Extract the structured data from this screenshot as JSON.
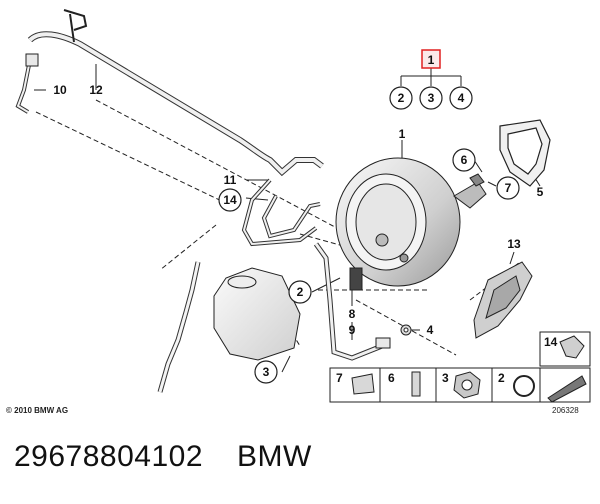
{
  "callouts": {
    "c1_top": "1",
    "c2_top": "2",
    "c3_top": "3",
    "c4_top": "4",
    "c1_booster": "1",
    "c5": "5",
    "c6": "6",
    "c7": "7",
    "c10": "10",
    "c12": "12",
    "c11": "11",
    "c14": "14",
    "c2_mid": "2",
    "c8": "8",
    "c9": "9",
    "c4_mid": "4",
    "c3_res": "3",
    "c13": "13",
    "c14_box": "14"
  },
  "parts_table": {
    "cells": [
      "7",
      "6",
      "3",
      "2"
    ]
  },
  "copyright": "© 2010 BMW AG",
  "diagram_number": "206328",
  "footer": {
    "part_number": "29678804102",
    "brand": "BMW"
  },
  "colors": {
    "highlight_box": "#e02020",
    "line": "#222222",
    "part_fill": "#e8e8e8"
  }
}
